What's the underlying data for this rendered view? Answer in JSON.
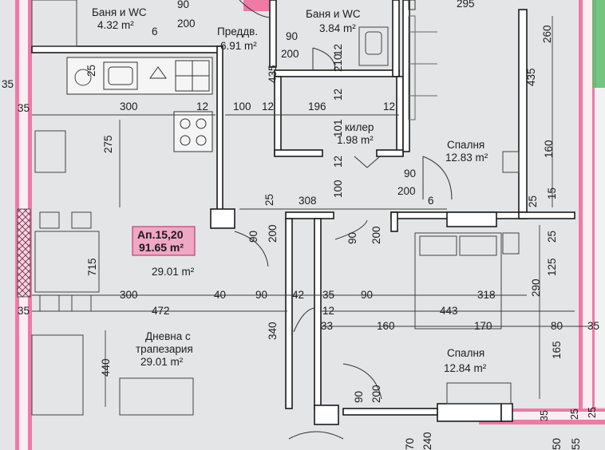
{
  "apartment": {
    "number": "Ап.15,20",
    "area": "91.65 m²",
    "total_area_note": "29.01 m²"
  },
  "rooms": [
    {
      "id": "bath1",
      "name": "Баня и WC",
      "area": "4.32 m²"
    },
    {
      "id": "hall",
      "name": "Преддв.",
      "area": "6.91 m²"
    },
    {
      "id": "bath2",
      "name": "Баня и WC",
      "area": "3.84 m²"
    },
    {
      "id": "closet",
      "name": "килер",
      "area": "1.98 m²"
    },
    {
      "id": "bed1",
      "name": "Спалня",
      "area": "12.83 m²"
    },
    {
      "id": "living",
      "name": "Дневна с трапезария",
      "line1": "Дневна с",
      "line2": "трапезария",
      "area": "29.01 m²"
    },
    {
      "id": "bed2",
      "name": "Спалня",
      "area": "12.84 m²"
    }
  ],
  "dimensions": {
    "d_90_top": "90",
    "d_200_top": "200",
    "d_6_top": "6",
    "d_295": "295",
    "d_35_left": "35",
    "d_35_left2": "35",
    "d_25_kitchen": "25",
    "d_300_k": "300",
    "d_12_a": "12",
    "d_100_a": "100",
    "d_12_b": "12",
    "d_196": "196",
    "d_12_c": "12",
    "d_12_d": "12",
    "d_90_hall": "90",
    "d_200_hall": "200",
    "d_435_hall": "435",
    "d_12_v1": "12",
    "d_210": "210",
    "d_12_v2": "12",
    "d_101": "101",
    "d_12_v3": "12",
    "d_100_v": "100",
    "d_90_closet": "90",
    "d_200_closet": "200",
    "d_6_closet": "6",
    "d_308": "308",
    "d_25_v": "25",
    "d_200_v": "200",
    "d_90_v": "90",
    "d_90_v2": "90",
    "d_200_v2": "200",
    "d_275": "275",
    "d_715": "715",
    "d_300_liv": "300",
    "d_40": "40",
    "d_90_liv": "90",
    "d_42": "42",
    "d_35_liv": "35",
    "d_90_liv2": "90",
    "d_318": "318",
    "d_472": "472",
    "d_12_liv": "12",
    "d_443": "443",
    "d_33": "33",
    "d_160_b": "160",
    "d_170": "170",
    "d_80": "80",
    "d_35_r": "35",
    "d_340": "340",
    "d_440": "440",
    "d_90_bot": "90",
    "d_200_bot": "200",
    "d_260": "260",
    "d_435_r": "435",
    "d_160_r": "160",
    "d_25_r": "25",
    "d_15_r": "15",
    "d_125_r": "125",
    "d_25_r2": "25",
    "d_290": "290",
    "d_165": "165",
    "d_35_br": "35",
    "d_25_br": "25",
    "d_25_br2": "25",
    "d_70_bot": "70",
    "d_240_bot": "240",
    "d_50_bot": "50",
    "d_55_bot": "55",
    "d_35_left3": "35"
  },
  "colors": {
    "paper": "#e4e5e6",
    "wall_fill": "#ffffff",
    "ink": "#1b1b1b",
    "pink_exterior": "#e8689a",
    "green_exterior": "#49b35e",
    "apt_label_bg": "#f0a7c4",
    "hatch": "#8a2a48"
  }
}
